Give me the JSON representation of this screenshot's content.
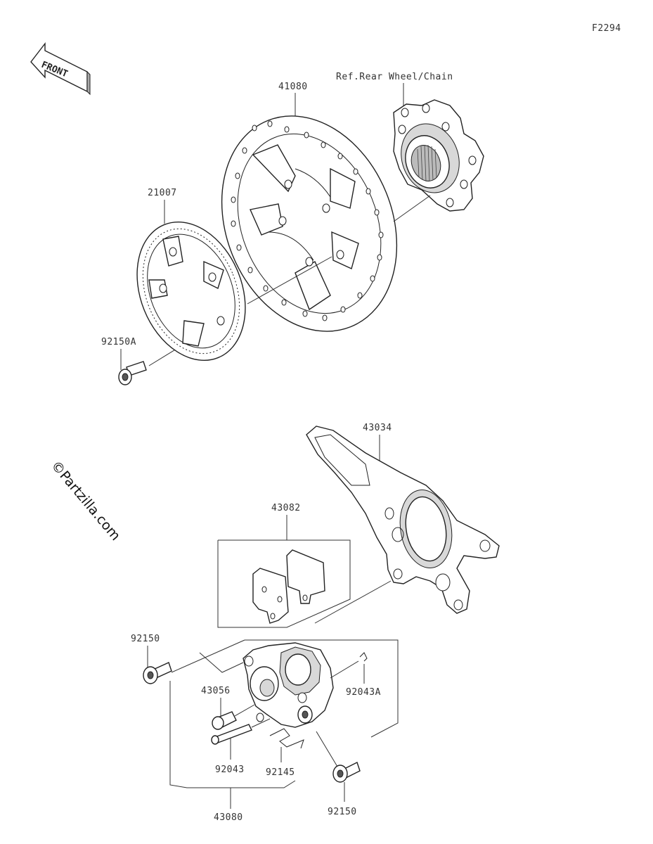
{
  "diagram": {
    "code": "F2294",
    "front_label": "FRONT",
    "watermark": "©Partzilla.com",
    "reference_note": "Ref.Rear Wheel/Chain",
    "part_labels": {
      "disc": "41080",
      "sensor_ring": "21007",
      "disc_bolt": "92150A",
      "bracket": "43034",
      "pads": "43082",
      "caliper_bolt_left": "92150",
      "caliper_bolt_right": "92150",
      "bleeder": "43056",
      "pin": "92043",
      "spring": "92145",
      "pin_clip": "92043A",
      "caliper": "43080"
    }
  }
}
